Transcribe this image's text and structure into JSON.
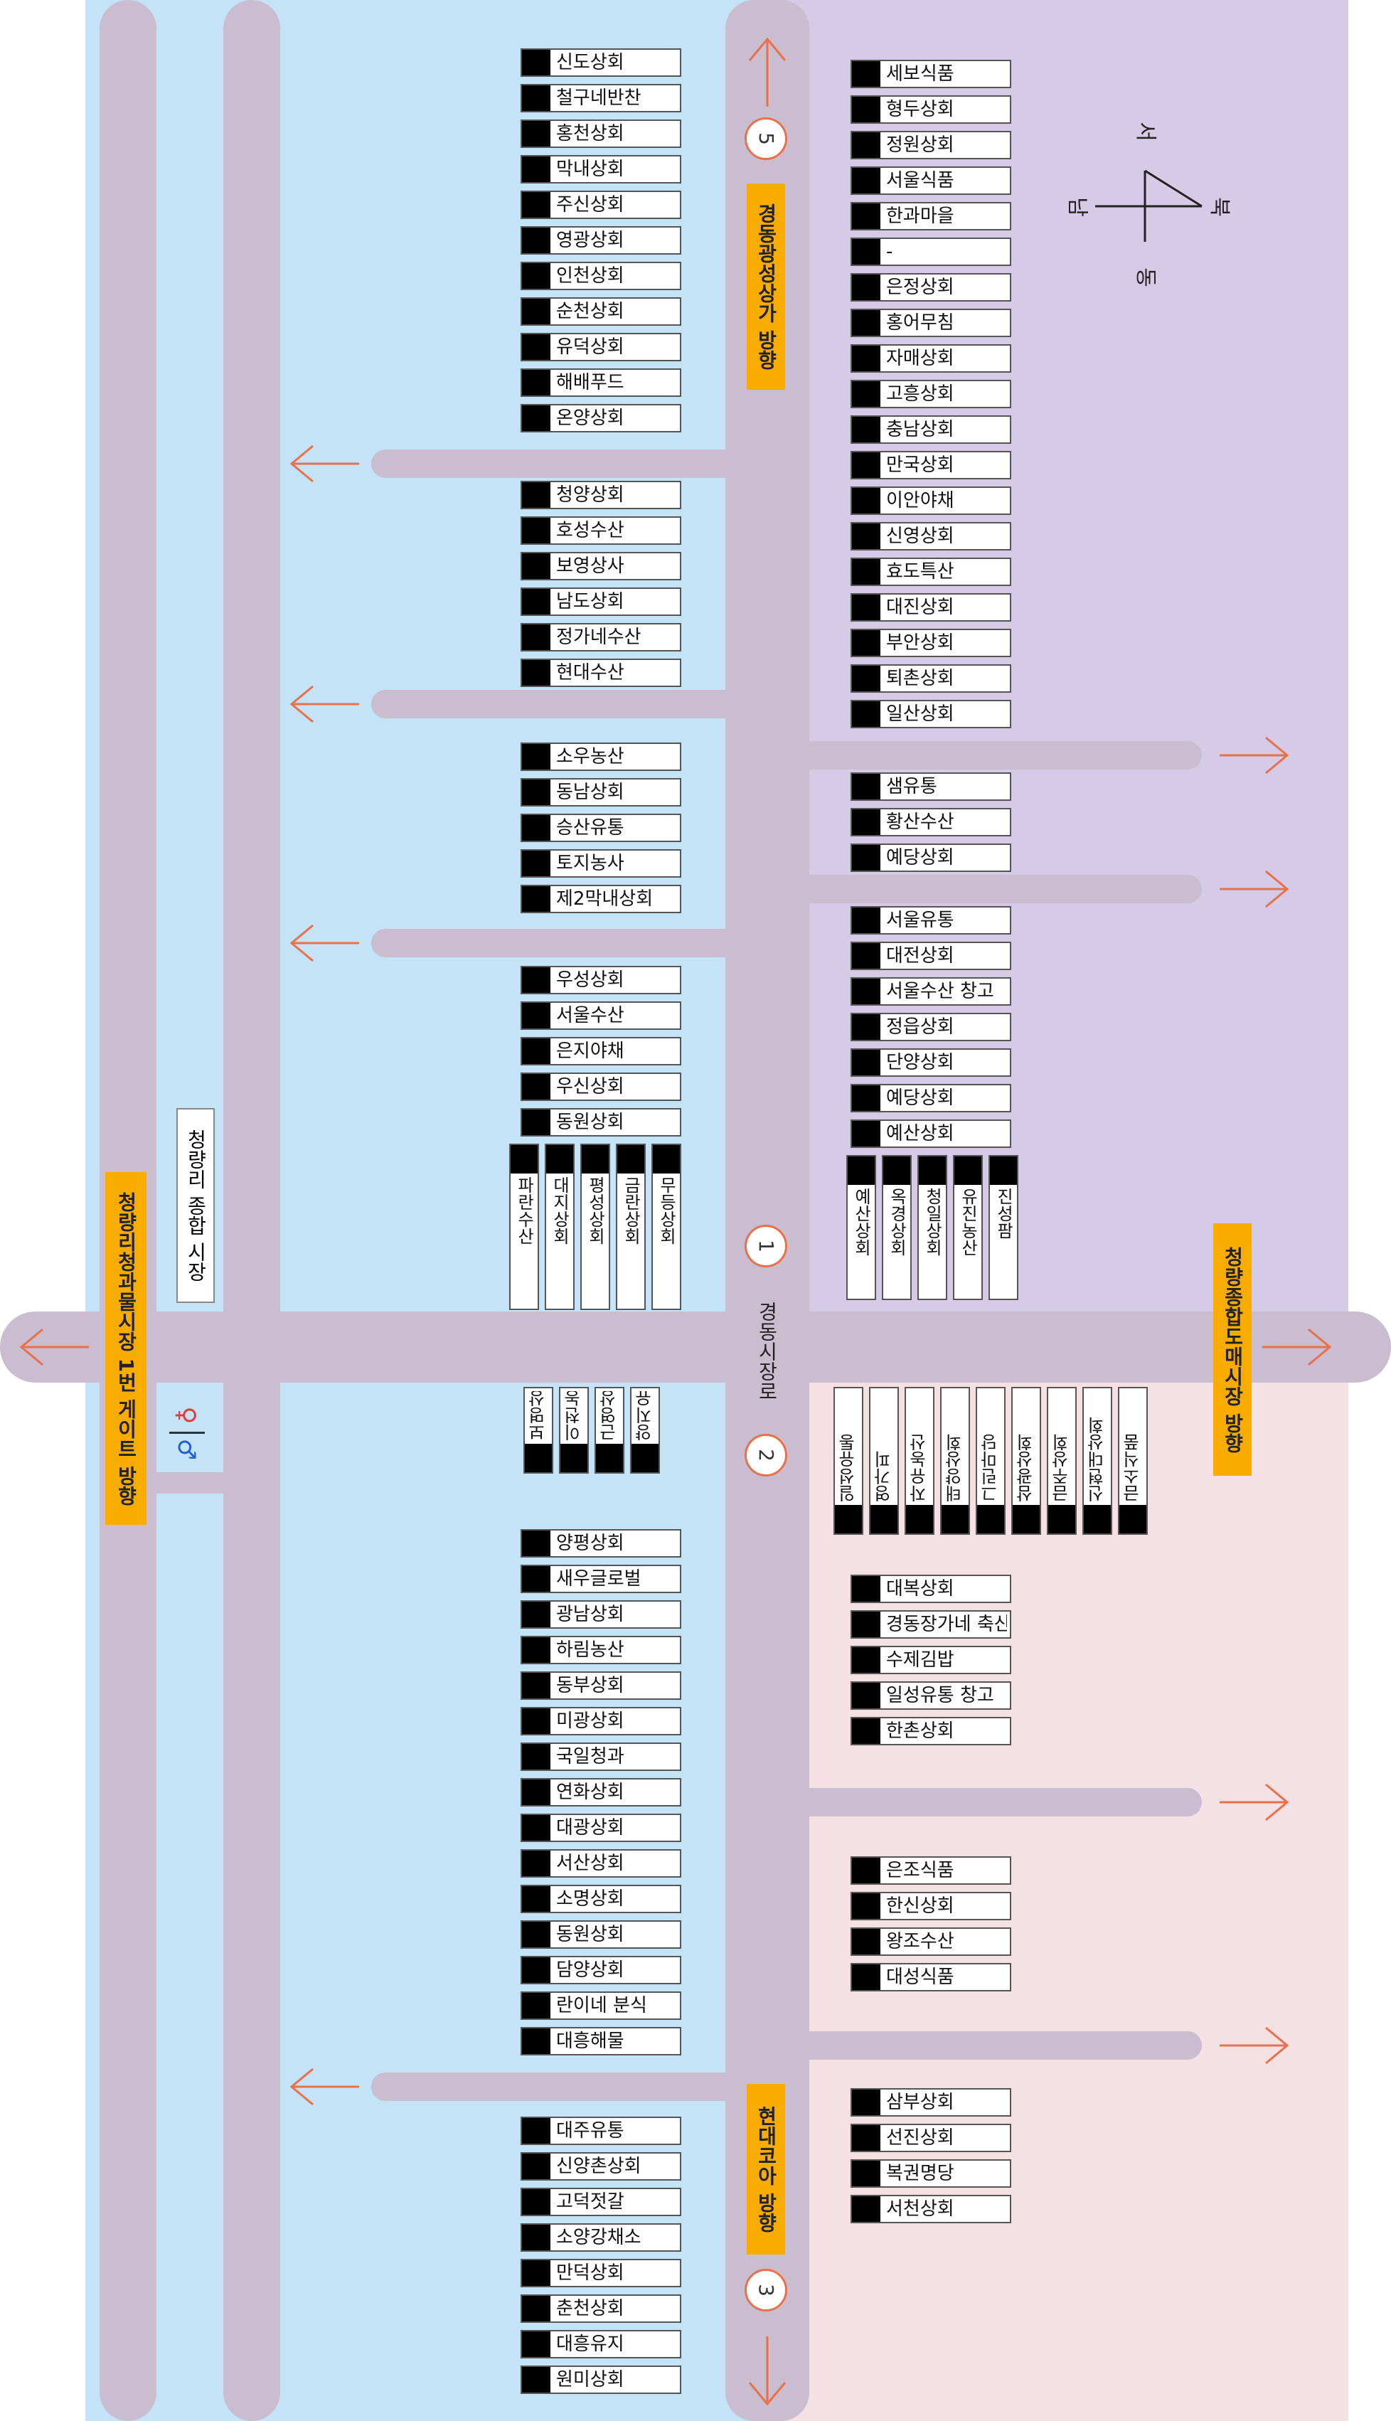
{
  "colors": {
    "west_zone": "#c4e3f7",
    "east_north_zone": "#d6cbe6",
    "east_south_zone": "#f5e1e3",
    "road": "#c9bdcf",
    "arrow": "#e8714b",
    "label_bg": "#f9ac00",
    "shop_marker": "#000000",
    "restroom_female": "#e53935",
    "restroom_male": "#1e5fd6"
  },
  "labels": {
    "north_direction": "경동광성상가 방향",
    "south_direction": "현대코아 방향",
    "east_direction": "청량종합도매시장 방향",
    "west_direction": "청량리청과물시장 1번 게이트 방향",
    "west_market": "청량리 종합 시장",
    "main_road": "경동시장로"
  },
  "gates": {
    "gate1": "1",
    "gate2": "2",
    "gate3": "3",
    "gate5": "5"
  },
  "compass": {
    "north": "북",
    "south": "남",
    "east": "동",
    "west": "서"
  },
  "restroom": {
    "female": "♀",
    "male": "♂"
  },
  "shops": {
    "west_block1": [
      "신도상회",
      "철구네반찬",
      "홍천상회",
      "막내상회",
      "주신상회",
      "영광상회",
      "인천상회",
      "순천상회",
      "유덕상회",
      "해배푸드",
      "온양상회"
    ],
    "west_block2": [
      "청양상회",
      "호성수산",
      "보영상사",
      "남도상회",
      "정가네수산",
      "현대수산"
    ],
    "west_block3": [
      "소우농산",
      "동남상회",
      "승산유통",
      "토지농사",
      "제2막내상회"
    ],
    "west_block4": [
      "우성상회",
      "서울수산",
      "은지야채",
      "우신상회",
      "동원상회"
    ],
    "west_vertical_north": [
      "파란수산",
      "대지상회",
      "평성상회",
      "금란상회",
      "무등상회"
    ],
    "west_vertical_south": [
      "보명상회",
      "이천농산",
      "근영상회",
      "양지유통"
    ],
    "west_block5": [
      "양평상회",
      "새우글로벌",
      "광남상회",
      "하림농산",
      "동부상회",
      "미광상회",
      "국일청과",
      "연화상회",
      "대광상회",
      "서산상회",
      "소명상회",
      "동원상회",
      "담양상회",
      "란이네 분식",
      "대흥해물"
    ],
    "west_block6": [
      "대주유통",
      "신양촌상회",
      "고덕젓갈",
      "소양강채소",
      "만덕상회",
      "춘천상회",
      "대흥유지",
      "원미상회"
    ],
    "east_block1": [
      "세보식품",
      "형두상회",
      "정원상회",
      "서울식품",
      "한과마을",
      "-",
      "은정상회",
      "홍어무침",
      "자매상회",
      "고흥상회",
      "충남상회",
      "만국상회",
      "이안야채",
      "신영상회",
      "효도특산",
      "대진상회",
      "부안상회",
      "퇴촌상회",
      "일산상회"
    ],
    "east_block2": [
      "샘유통",
      "황산수산",
      "예당상회"
    ],
    "east_block3": [
      "서울유통",
      "대전상회",
      "서울수산 창고",
      "정읍상회",
      "단양상회",
      "예당상회",
      "예산상회"
    ],
    "east_vertical_north": [
      "예산상회",
      "옥경상회",
      "청일상회",
      "유진농산",
      "진성팜"
    ],
    "east_vertical_south": [
      "일성유통",
      "영가피",
      "자유농산",
      "태양상회",
      "그린마당",
      "삼광상회",
      "금주상회",
      "신현대상회",
      "금소식품"
    ],
    "east_block4": [
      "대복상회",
      "경동장가네 축산",
      "수제김밥",
      "일성유통 창고",
      "한촌상회"
    ],
    "east_block5": [
      "은조식품",
      "한신상회",
      "왕조수산",
      "대성식품"
    ],
    "east_block6": [
      "삼부상회",
      "선진상회",
      "복권명당",
      "서천상회"
    ]
  }
}
